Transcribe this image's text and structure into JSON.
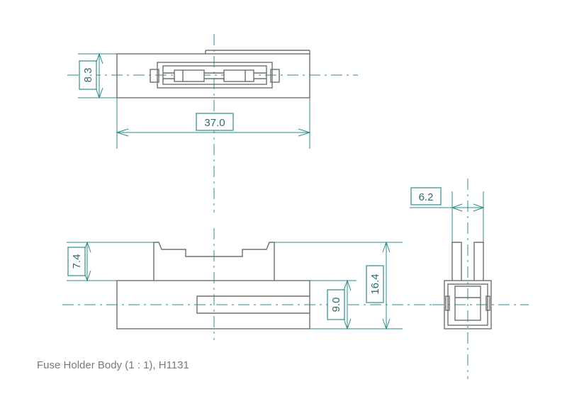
{
  "caption": "Fuse Holder Body (1 : 1), H1131",
  "dimensions": {
    "top_height": "8.3",
    "top_length": "37.0",
    "side_width": "6.2",
    "front_upper": "7.4",
    "front_total": "16.4",
    "front_slot": "9.0"
  },
  "colors": {
    "part": "#6e6e6e",
    "dimension": "#2e8b8b"
  }
}
